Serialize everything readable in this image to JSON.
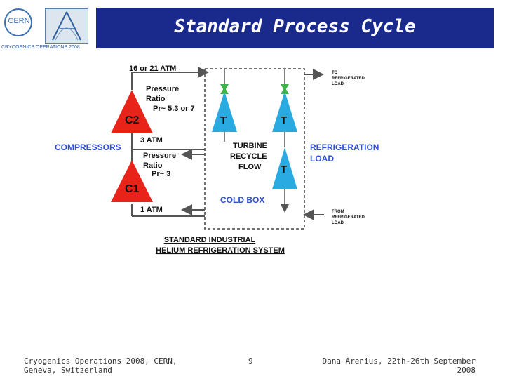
{
  "logo": {
    "cern_text": "CERN",
    "caption": "CRYOGENICS OPERATIONS 2008"
  },
  "title": "Standard Process Cycle",
  "diagram": {
    "pressure_high": "16 or 21 ATM",
    "pressure_mid": "3  ATM",
    "pressure_low": "1 ATM",
    "pr_ratio_c2_line1": "Pressure",
    "pr_ratio_c2_line2": "Ratio",
    "pr_ratio_c2_line3": "Pr~ 5.3 or 7",
    "pr_ratio_c1_line1": "Pressure",
    "pr_ratio_c1_line2": "Ratio",
    "pr_ratio_c1_line3": "Pr~ 3",
    "compressor_c2": "C2",
    "compressor_c1": "C1",
    "compressors_label": "COMPRESSORS",
    "turbine_label": "T",
    "turbine_recycle_line1": "TURBINE",
    "turbine_recycle_line2": "RECYCLE",
    "turbine_recycle_line3": "FLOW",
    "cold_box": "COLD BOX",
    "refrigeration_line1": "REFRIGERATION",
    "refrigeration_line2": "LOAD",
    "to_load_line1": "TO",
    "to_load_line2": "REFRIGERATED",
    "to_load_line3": "LOAD",
    "from_load_line1": "FROM",
    "from_load_line2": "REFRIGERATED",
    "from_load_line3": "LOAD",
    "caption_line1": "STANDARD INDUSTRIAL",
    "caption_line2": "HELIUM REFRIGERATION SYSTEM"
  },
  "colors": {
    "compressor_red": "#e8231a",
    "turbine_blue": "#29abe2",
    "label_blue": "#2e4fd6",
    "title_bar": "#1a2a8c"
  },
  "footer": {
    "left_line1": "Cryogenics Operations 2008, CERN,",
    "left_line2": "Geneva, Switzerland",
    "page_number": "9",
    "right_line1": "Dana Arenius, 22th-26th September",
    "right_line2": "2008"
  }
}
